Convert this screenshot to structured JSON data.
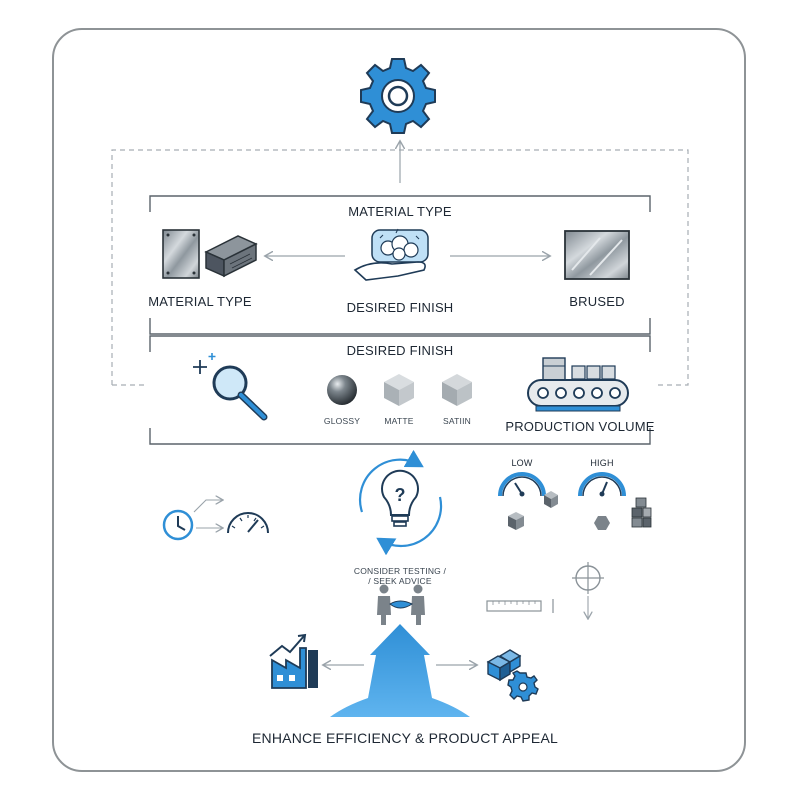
{
  "panel_top": {
    "heading": "MATERIAL TYPE",
    "left_label": "MATERIAL TYPE",
    "center_label": "DESIRED FINISH",
    "right_label": "BRUSED"
  },
  "panel_bottom": {
    "heading": "DESIRED FINISH",
    "finishes": [
      "GLOSSY",
      "MATTE",
      "SATIIN"
    ],
    "production_label": "PRODUCTION VOLUME"
  },
  "volume": {
    "low": "LOW",
    "high": "HIGH"
  },
  "advice": {
    "line1": "CONSIDER TESTING /",
    "line2": "/ SEEK ADVICE"
  },
  "footer": {
    "title": "ENHANCE EFFICIENCY & PRODUCT APPEAL"
  },
  "colors": {
    "accent": "#2f8fd6",
    "dark": "#1f3b57",
    "line": "#9aa3aa"
  },
  "icons": [
    "gear-icon",
    "panel-icon",
    "block-icon",
    "hand-foam-icon",
    "brushed-metal-icon",
    "magnifier-icon",
    "sphere-icon",
    "cube-icon",
    "conveyor-icon",
    "clock-icon",
    "gauge-icon",
    "lightbulb-icon",
    "handshake-icon",
    "ruler-icon",
    "crosshair-icon",
    "factory-icon",
    "boxes-gear-icon",
    "arrow-up-icon"
  ]
}
